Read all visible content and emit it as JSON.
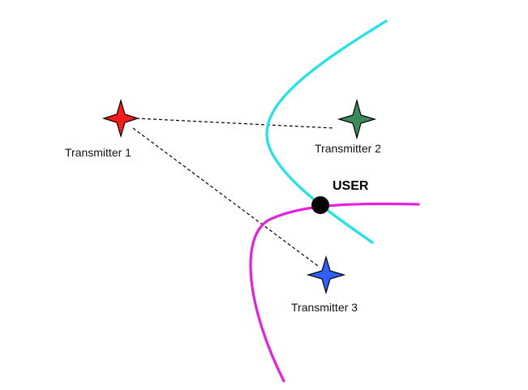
{
  "diagram": {
    "transmitters": [
      {
        "label": "Transmitter 1",
        "color": "#ff1a1a",
        "icon": "four-point-star-icon"
      },
      {
        "label": "Transmitter 2",
        "color": "#3a8c5c",
        "icon": "four-point-star-icon"
      },
      {
        "label": "Transmitter 3",
        "color": "#2f5fff",
        "icon": "four-point-star-icon"
      }
    ],
    "user": {
      "label": "USER",
      "color": "#000000",
      "icon": "filled-circle-icon"
    },
    "curves": [
      {
        "name": "hyperbola-1-2",
        "color": "#1ee3e8"
      },
      {
        "name": "hyperbola-1-3",
        "color": "#e61ee0"
      }
    ],
    "baseline_style": "dashed",
    "baseline_color": "#000000"
  }
}
